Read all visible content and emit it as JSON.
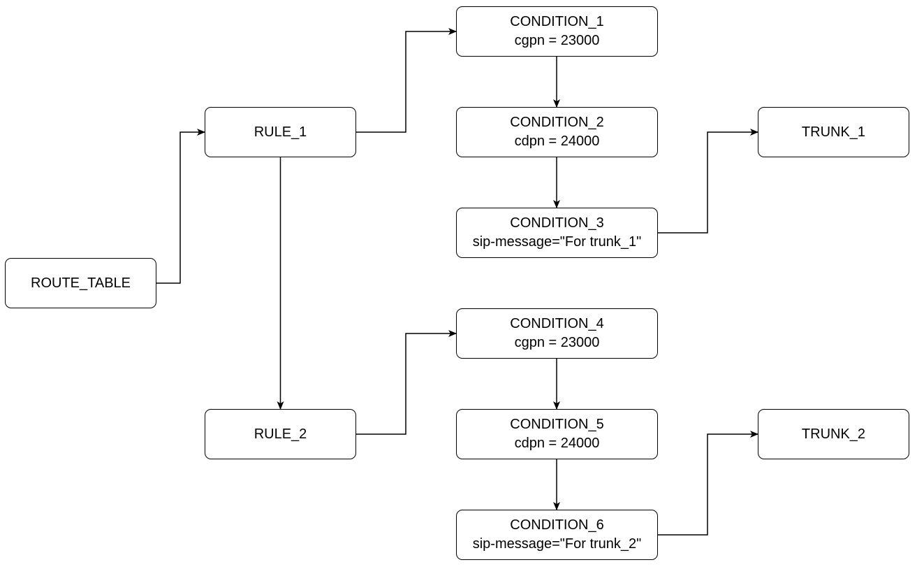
{
  "nodes": {
    "route_table": {
      "label": "ROUTE_TABLE"
    },
    "rule_1": {
      "label": "RULE_1"
    },
    "rule_2": {
      "label": "RULE_2"
    },
    "condition_1": {
      "label": "CONDITION_1",
      "expr": "cgpn = 23000"
    },
    "condition_2": {
      "label": "CONDITION_2",
      "expr": "cdpn = 24000"
    },
    "condition_3": {
      "label": "CONDITION_3",
      "expr": "sip-message=\"For trunk_1\""
    },
    "condition_4": {
      "label": "CONDITION_4",
      "expr": "cgpn = 23000"
    },
    "condition_5": {
      "label": "CONDITION_5",
      "expr": "cdpn = 24000"
    },
    "condition_6": {
      "label": "CONDITION_6",
      "expr": "sip-message=\"For trunk_2\""
    },
    "trunk_1": {
      "label": "TRUNK_1"
    },
    "trunk_2": {
      "label": "TRUNK_2"
    }
  },
  "edges": [
    {
      "from": "route_table",
      "to": "rule_1"
    },
    {
      "from": "rule_1",
      "to": "rule_2"
    },
    {
      "from": "rule_1",
      "to": "condition_1"
    },
    {
      "from": "condition_1",
      "to": "condition_2"
    },
    {
      "from": "condition_2",
      "to": "condition_3"
    },
    {
      "from": "condition_3",
      "to": "trunk_1"
    },
    {
      "from": "rule_2",
      "to": "condition_4"
    },
    {
      "from": "condition_4",
      "to": "condition_5"
    },
    {
      "from": "condition_5",
      "to": "condition_6"
    },
    {
      "from": "condition_6",
      "to": "trunk_2"
    }
  ],
  "colors": {
    "stroke": "#000000",
    "fill": "#ffffff",
    "text": "#000000"
  }
}
